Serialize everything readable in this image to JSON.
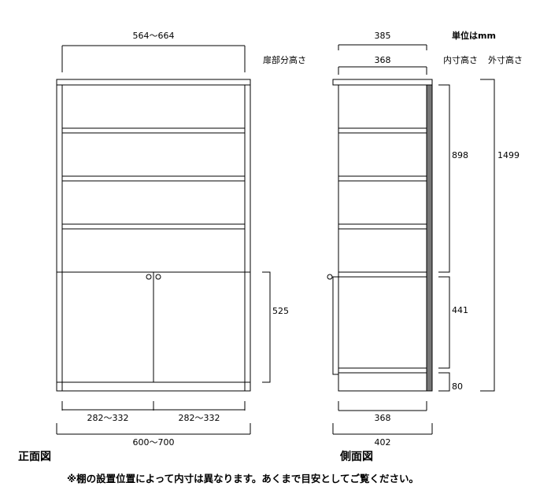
{
  "front": {
    "width_range_top": "564～664",
    "door_height_header": "扉部分高さ",
    "door_height": "525",
    "door_width_left": "282～332",
    "door_width_right": "282～332",
    "overall_width": "600～700",
    "view_label": "正面図"
  },
  "side": {
    "unit_label": "単位はmm",
    "top_depth": "385",
    "inner_depth_top": "368",
    "inner_height_header": "内寸高さ",
    "outer_height_header": "外寸高さ",
    "upper_inner_height": "898",
    "lower_inner_height": "441",
    "base_height": "80",
    "outer_height": "1499",
    "inner_depth_bottom": "368",
    "overall_depth": "402",
    "view_label": "側面図"
  },
  "footnote": "※棚の設置位置によって内寸は異なります。あくまで目安としてご覧ください。",
  "colors": {
    "line": "#000000",
    "back_panel": "#777777"
  }
}
